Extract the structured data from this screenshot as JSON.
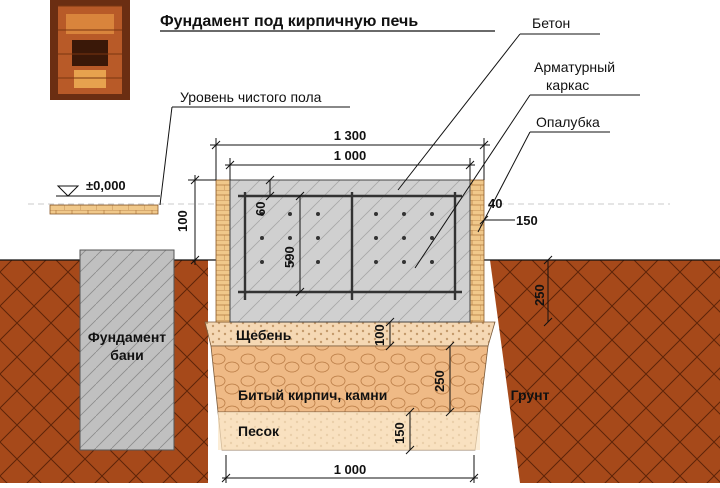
{
  "title": "Фундамент под кирпичную печь",
  "labels": {
    "beton": "Бетон",
    "armatura_1": "Арматурный",
    "armatura_2": "каркас",
    "opalubka": "Опалубка",
    "uroven": "Уровень чистого пола",
    "zero": "±0,000",
    "fundament_bani_1": "Фундамент",
    "fundament_bani_2": "бани",
    "grunt": "Грунт"
  },
  "layers": {
    "scheben": "Щебень",
    "kirpich": "Битый кирпич, камни",
    "pesok": "Песок"
  },
  "dimensions": {
    "d1300": "1 300",
    "d1000_top": "1 000",
    "d1000_bottom": "1 000",
    "d40": "40",
    "d150_side": "150",
    "d100_left": "100",
    "d60": "60",
    "d590": "590",
    "d250_right": "250",
    "d100_layer": "100",
    "d250_layer": "250",
    "d150_layer": "150"
  },
  "colors": {
    "soil": "#a6491a",
    "brick": "#f0c88a",
    "concrete": "#d0d0d0",
    "gravel": "#f5d8b4",
    "rubble": "#efba86",
    "sand": "#fbe6c4",
    "rebar": "#333333"
  }
}
